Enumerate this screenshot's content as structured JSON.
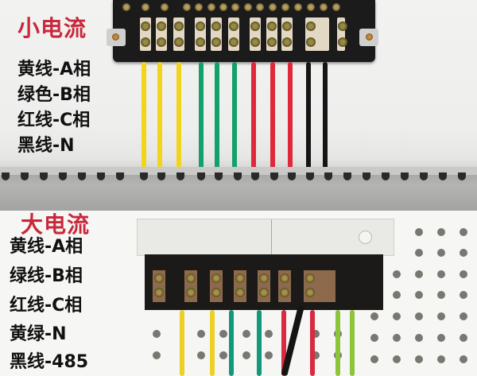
{
  "top_panel": {
    "title": "小电流",
    "labels": [
      "黄线-A相",
      "绿色-B相",
      "红线-C相",
      "黑线-N"
    ],
    "wires": [
      {
        "color": "#f2d51a",
        "count": 3,
        "phase": "A"
      },
      {
        "color": "#14a06a",
        "count": 3,
        "phase": "B"
      },
      {
        "color": "#e0283c",
        "count": 3,
        "phase": "C"
      },
      {
        "color": "#151515",
        "count": 2,
        "phase": "N"
      }
    ]
  },
  "bottom_panel": {
    "title": "大电流",
    "labels": [
      "黄线-A相",
      "绿线-B相",
      "红线-C相",
      "黄绿-N",
      "黑线-485"
    ],
    "wires": [
      {
        "color": "#ecd028",
        "count": 2,
        "phase": "A"
      },
      {
        "color": "#12987a",
        "count": 2,
        "phase": "B"
      },
      {
        "color": "#d82a40",
        "count": 2,
        "phase": "C"
      },
      {
        "color": "#8cc43a",
        "count": 2,
        "phase": "N"
      },
      {
        "color": "#151515",
        "count": 1,
        "phase": "485"
      }
    ]
  },
  "colors": {
    "title": "#c8283c",
    "label": "#111111"
  }
}
